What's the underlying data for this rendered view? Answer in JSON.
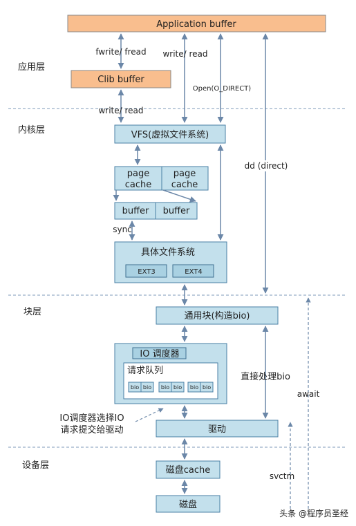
{
  "layers": {
    "app": "应用层",
    "kernel": "内核层",
    "block": "块层",
    "device": "设备层"
  },
  "boxes": {
    "application_buffer": "Application  buffer",
    "clib_buffer": "Clib buffer",
    "vfs": "VFS(虚拟文件系统)",
    "page_cache_left_1": "page",
    "page_cache_left_2": "cache",
    "page_cache_right_1": "page",
    "page_cache_right_2": "cache",
    "buffer_left": "buffer",
    "buffer_right": "buffer",
    "concrete_fs": "具体文件系统",
    "ext3": "EXT3",
    "ext4": "EXT4",
    "generic_block": "通用块(构造bio)",
    "io_scheduler": "IO 调度器",
    "request_queue": "请求队列",
    "bio": "bio",
    "driver": "驱动",
    "disk_cache": "磁盘cache",
    "disk": "磁盘"
  },
  "edges": {
    "fwrite_fread": "fwrite/ fread",
    "write_read_top": "write/ read",
    "open_direct": "Open(O_DIRECT)",
    "write_read_clib": "write/ read",
    "dd_direct": "dd (direct)",
    "sync": "sync",
    "direct_bio": "直接处理bio",
    "await": "await",
    "svctm": "svctm",
    "io_note_1": "IO调度器选择IO",
    "io_note_2": "请求提交给驱动"
  },
  "watermark": "头条 @程序员圣经",
  "colors": {
    "orange_box": "#f9be8e",
    "blue_box": "#c3e0ec",
    "arrow": "#6b87a8"
  }
}
